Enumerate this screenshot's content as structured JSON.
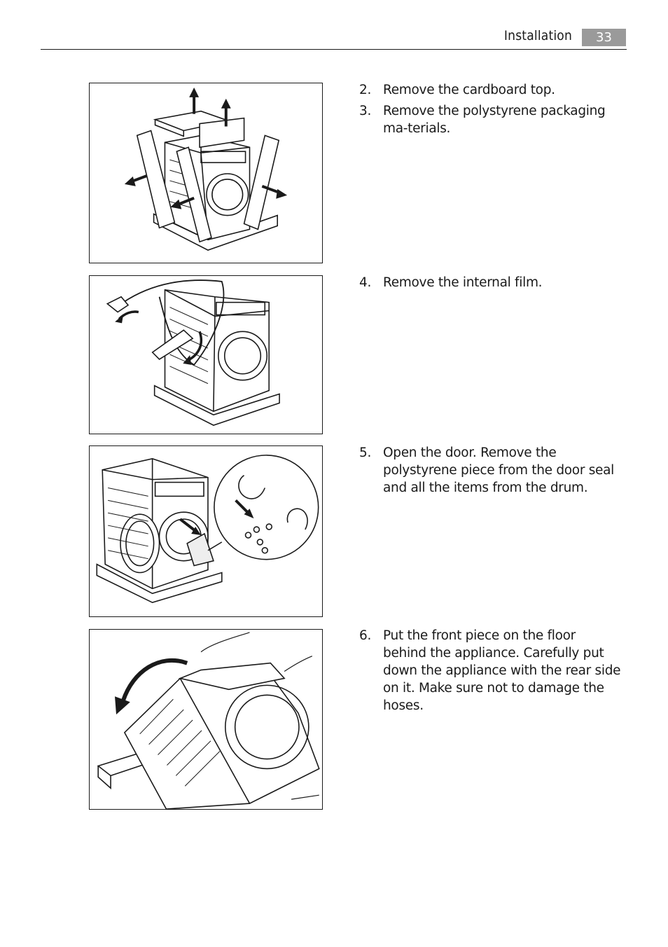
{
  "header": {
    "section_title": "Installation",
    "page_number": "33"
  },
  "steps": [
    {
      "number": "2.",
      "text": "Remove the cardboard top."
    },
    {
      "number": "3.",
      "text": "Remove the polystyrene packaging ma-terials."
    },
    {
      "number": "4.",
      "text": "Remove the internal film."
    },
    {
      "number": "5.",
      "text": "Open the door. Remove the polystyrene piece from the door seal and all the items from the drum."
    },
    {
      "number": "6.",
      "text": "Put the front piece on the floor behind the appliance. Carefully put down the appliance with the rear side on it. Make sure not to damage the hoses."
    }
  ]
}
